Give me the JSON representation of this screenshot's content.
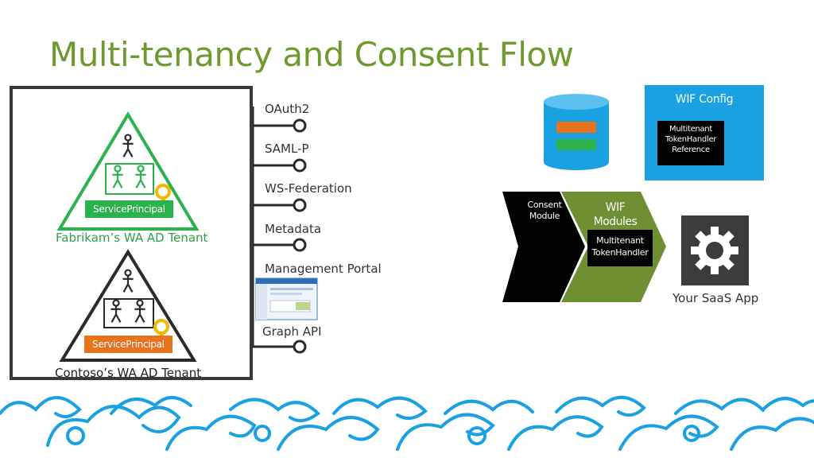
{
  "slide": {
    "title": "Multi-tenancy and Consent Flow"
  },
  "tenants": {
    "fabrikam": {
      "label": "Fabrikam’s WA AD Tenant",
      "service_principal": "ServicePrincipal",
      "color": "#2bb24c"
    },
    "contoso": {
      "label": "Contoso’s WA AD Tenant",
      "service_principal": "ServicePrincipal",
      "color": "#e8731f"
    }
  },
  "endpoints": [
    {
      "label": "OAuth2"
    },
    {
      "label": "SAML-P"
    },
    {
      "label": "WS-Federation"
    },
    {
      "label": "Metadata"
    },
    {
      "label": "Management Portal"
    },
    {
      "label": "Graph API"
    }
  ],
  "wif_config": {
    "title": "WIF Config",
    "reference": [
      "Multitenant",
      "TokenHandler",
      "Reference"
    ],
    "color": "#1aa1e1"
  },
  "pipeline": {
    "consent_module": [
      "Consent",
      "Module"
    ],
    "wif_modules": [
      "WIF",
      "Modules"
    ],
    "token_handler": [
      "Multitenant",
      "TokenHandler"
    ],
    "green": "#6e8f32"
  },
  "app": {
    "label": "Your SaaS App",
    "color": "#3c3c3c"
  },
  "icons": [
    "database-icon",
    "key-icon",
    "person-icon",
    "gear-icon",
    "screenshot-thumbnail",
    "cloud-pattern"
  ]
}
